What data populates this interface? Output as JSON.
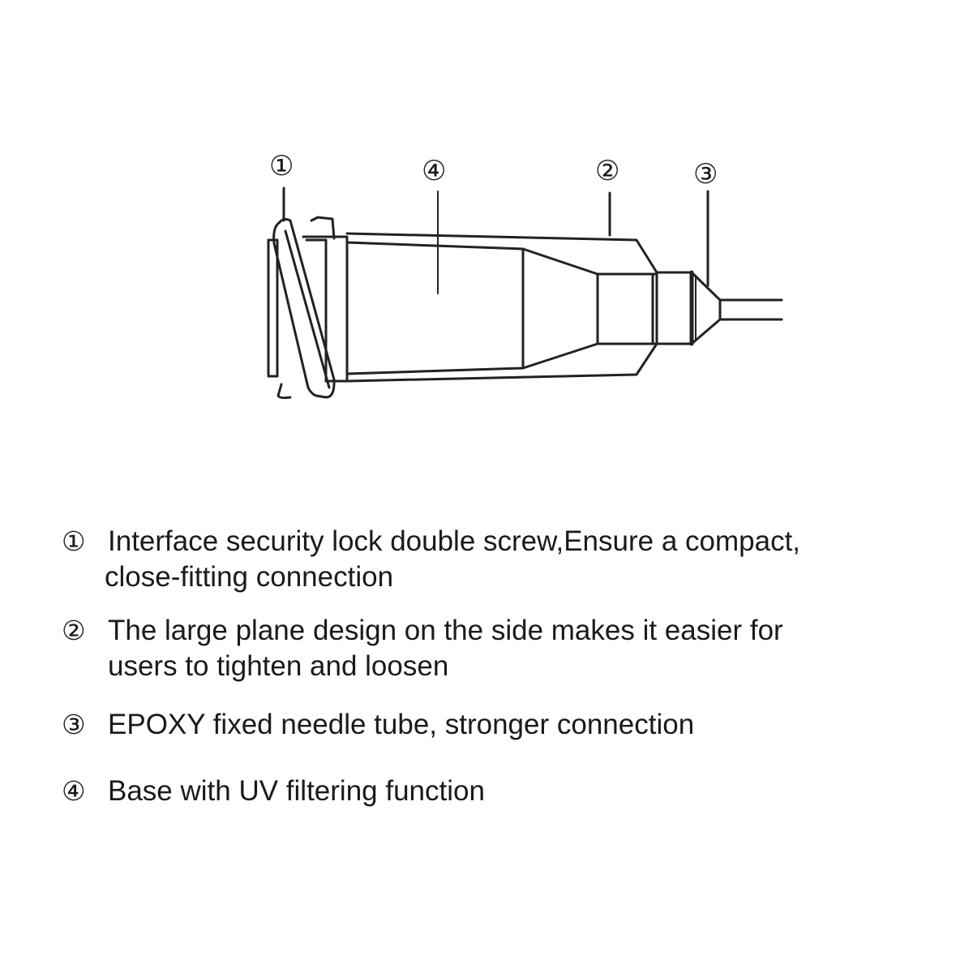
{
  "callouts": {
    "c1": "①",
    "c2": "②",
    "c3": "③",
    "c4": "④"
  },
  "legend": [
    {
      "num": "①",
      "line1": "Interface security lock double screw,Ensure a compact,",
      "line2": "close-fitting connection"
    },
    {
      "num": "②",
      "line1": "The large plane design on the side makes it easier for",
      "line2": "users to tighten and loosen"
    },
    {
      "num": "③",
      "line1": "EPOXY fixed needle tube, stronger connection",
      "line2": ""
    },
    {
      "num": "④",
      "line1": "Base with UV filtering function",
      "line2": ""
    }
  ],
  "colors": {
    "line": "#222222",
    "text": "#1a1a1a"
  }
}
